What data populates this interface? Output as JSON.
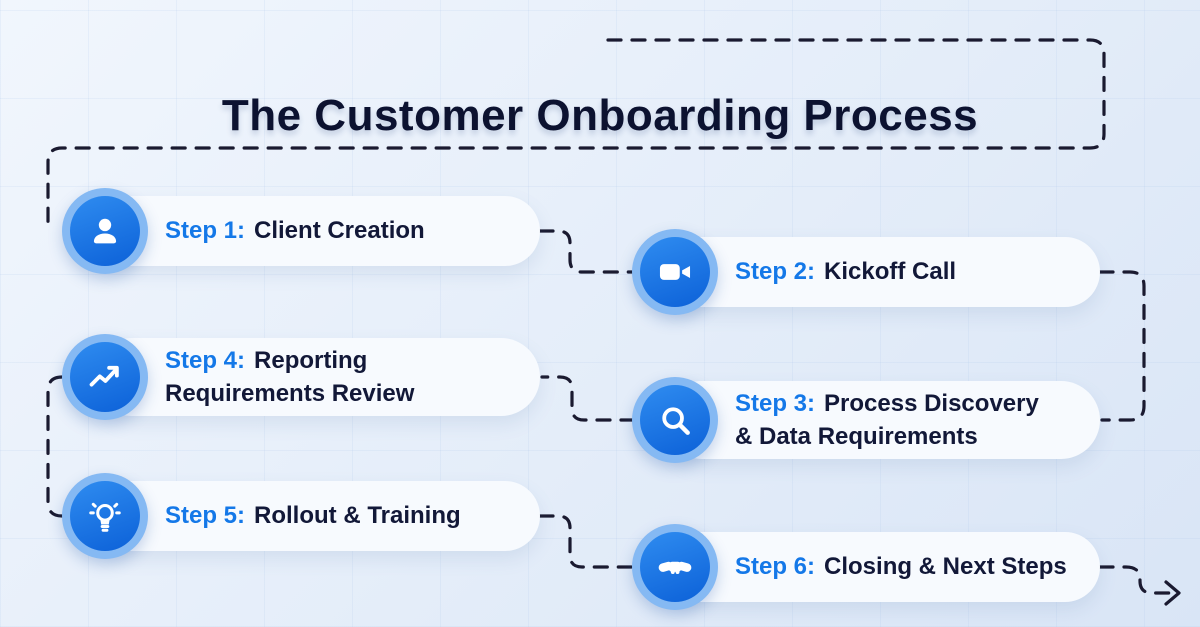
{
  "page": {
    "title": "The Customer Onboarding Process"
  },
  "colors": {
    "accent_blue": "#1478e8",
    "dark_navy": "#121838",
    "icon_fill_blue": "#0c61d8",
    "icon_ring_blue": "#85b9f3",
    "pill_background": "#f7fafe",
    "connector_line": "#1a1a30",
    "page_background": "#e4edf9"
  },
  "steps": [
    {
      "label": "Step 1:",
      "title": "Client Creation",
      "icon": "user-icon"
    },
    {
      "label": "Step 2:",
      "title": "Kickoff Call",
      "icon": "video-camera-icon"
    },
    {
      "label": "Step 3:",
      "title": "Process Discovery\n& Data Requirements",
      "icon": "search-icon"
    },
    {
      "label": "Step 4:",
      "title": "Reporting\nRequirements Review",
      "icon": "trending-up-icon"
    },
    {
      "label": "Step 5:",
      "title": "Rollout & Training",
      "icon": "lightbulb-icon"
    },
    {
      "label": "Step 6:",
      "title": "Closing & Next Steps",
      "icon": "handshake-icon"
    }
  ],
  "flow": {
    "end_marker": "arrow-right-icon"
  }
}
